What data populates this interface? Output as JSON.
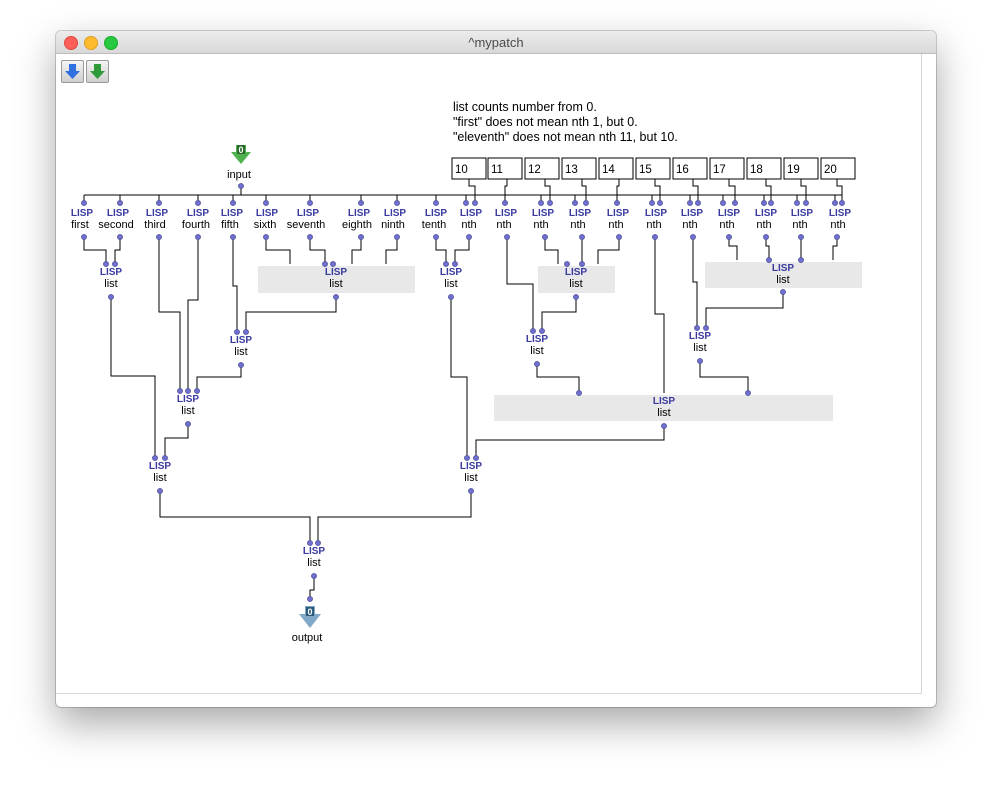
{
  "window": {
    "title": "^mypatch",
    "toolbar": [
      {
        "icon": "blue-down-arrow-icon",
        "color": "#2f6fe0"
      },
      {
        "icon": "green-down-arrow-icon",
        "color": "#2e9a3a"
      }
    ]
  },
  "comment": [
    "list counts number from 0.",
    "\"first\" does not mean nth 1, but 0.",
    "\"eleventh\" does not mean nth 11, but 10."
  ],
  "box_tag": "LISP",
  "patch_in": {
    "index": "0",
    "label": "input",
    "color": "#4fb24f"
  },
  "patch_out": {
    "index": "0",
    "label": "output",
    "color": "#7fa9c6"
  },
  "numboxes": [
    "10",
    "11",
    "12",
    "13",
    "14",
    "15",
    "16",
    "17",
    "18",
    "19",
    "20"
  ],
  "top_boxes": [
    "first",
    "second",
    "third",
    "fourth",
    "fifth",
    "sixth",
    "seventh",
    "eighth",
    "ninth",
    "tenth",
    "nth",
    "nth",
    "nth",
    "nth",
    "nth",
    "nth",
    "nth",
    "nth",
    "nth",
    "nth",
    "nth"
  ],
  "list_label": "list",
  "colors": {
    "inlet": "#6f6fcf",
    "box_tag": "#3a3aa0",
    "wide_box": "#e8e8e8",
    "wire": "#000000"
  }
}
